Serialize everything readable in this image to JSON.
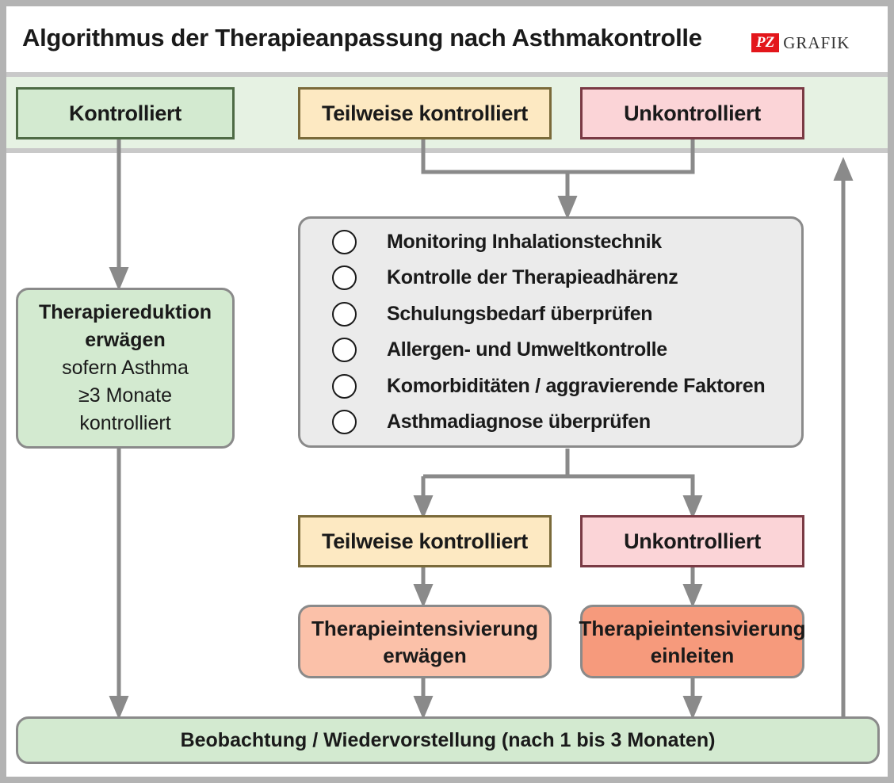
{
  "title": "Algorithmus der Therapieanpassung nach Asthmakontrolle",
  "logo": {
    "mark": "PZ",
    "text": "GRAFIK"
  },
  "status_top": {
    "controlled": "Kontrolliert",
    "partly": "Teilweise kontrolliert",
    "uncontrolled": "Unkontrolliert"
  },
  "reduction": {
    "line1": "Therapiereduktion",
    "line2": "erwägen",
    "line3": "sofern Asthma",
    "line4": "≥3 Monate",
    "line5": "kontrolliert"
  },
  "checklist": [
    "Monitoring Inhalationstechnik",
    "Kontrolle der Therapieadhärenz",
    "Schulungsbedarf überprüfen",
    "Allergen- und Umweltkontrolle",
    "Komorbiditäten / aggravierende Faktoren",
    "Asthmadiagnose überprüfen"
  ],
  "status_bottom": {
    "partly": "Teilweise kontrolliert",
    "uncontrolled": "Unkontrolliert"
  },
  "intensify_consider": {
    "line1": "Therapieintensivierung",
    "line2": "erwägen"
  },
  "intensify_initiate": {
    "line1": "Therapieintensivierung",
    "line2": "einleiten"
  },
  "followup": "Beobachtung / Wiedervorstellung (nach 1 bis 3 Monaten)",
  "colors": {
    "controlled": "#d3ead0",
    "partly": "#fde9c2",
    "uncontrolled": "#fbd4d7",
    "checklist_bg": "#ebebeb",
    "consider": "#fbc1a9",
    "initiate": "#f69a7c",
    "arrow": "#8a8a8a",
    "logo_red": "#e3161b"
  }
}
